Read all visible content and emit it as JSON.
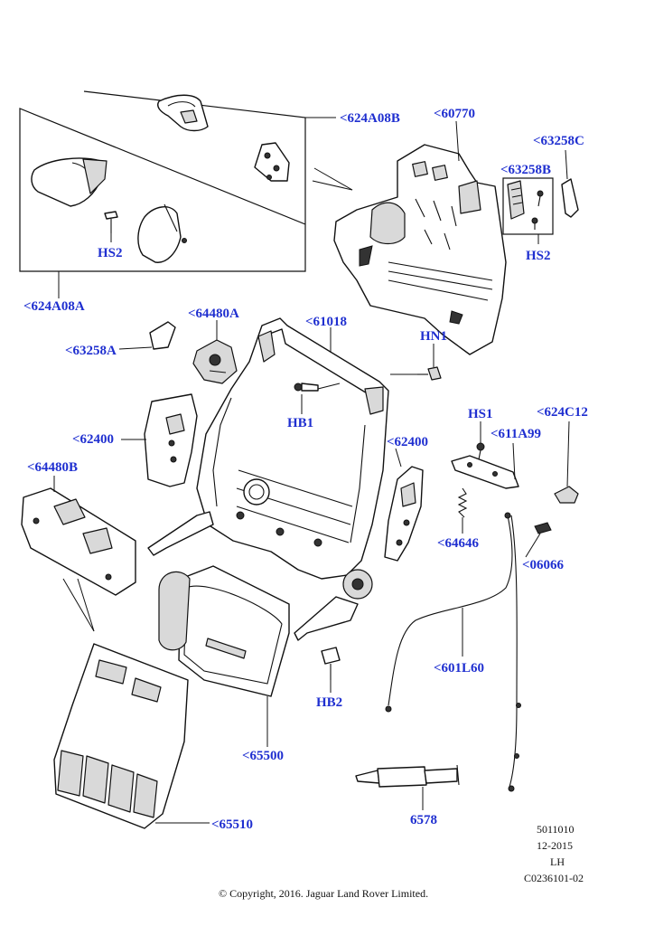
{
  "callouts": {
    "c624A08B": "<624A08B",
    "c60770": "<60770",
    "c63258C": "<63258C",
    "c63258B": "<63258B",
    "hs2_upper": "HS2",
    "hs2_right": "HS2",
    "c624A08A": "<624A08A",
    "c64480A": "<64480A",
    "c61018": "<61018",
    "hn1": "HN1",
    "c63258A": "<63258A",
    "hb1": "HB1",
    "hs1": "HS1",
    "c624C12": "<624C12",
    "c611A99": "<611A99",
    "c62400_left": "<62400",
    "c62400_right": "<62400",
    "c64480B": "<64480B",
    "c64646": "<64646",
    "c06066": "<06066",
    "c601L60": "<601L60",
    "hb2": "HB2",
    "c65500": "<65500",
    "c65510": "<65510",
    "c6578": "6578"
  },
  "meta": {
    "ref_number": "5011010",
    "date": "12-2015",
    "side": "LH",
    "diagram_code": "C0236101-02"
  },
  "copyright": "© Copyright, 2016. Jaguar Land Rover Limited.",
  "colors": {
    "callout": "#1f2fd0",
    "line": "#111111"
  }
}
